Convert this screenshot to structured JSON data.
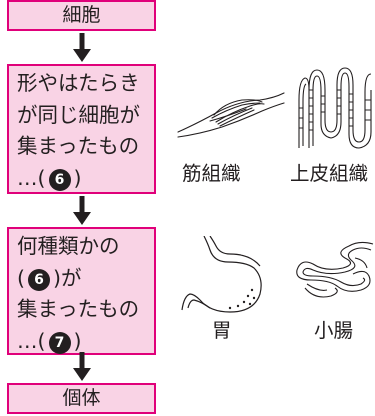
{
  "flow": {
    "top": "細胞",
    "step1": {
      "line1": "形やはたらき",
      "line2": "が同じ細胞が",
      "line3": "集まったもの",
      "prefix": "…(",
      "num": "6",
      "suffix": ")"
    },
    "step2": {
      "line1": "何種類かの",
      "open": "(",
      "num": "6",
      "close": ")が",
      "line3": "集まったもの",
      "prefix": "…(",
      "num2": "7",
      "suffix": ")"
    },
    "bottom": "個体"
  },
  "images": {
    "muscle": "筋組織",
    "epithelium": "上皮組織",
    "stomach": "胃",
    "intestine": "小腸"
  },
  "colors": {
    "box_fill": "#f9d3e5",
    "box_border": "#e0007a",
    "ink": "#231f20"
  }
}
